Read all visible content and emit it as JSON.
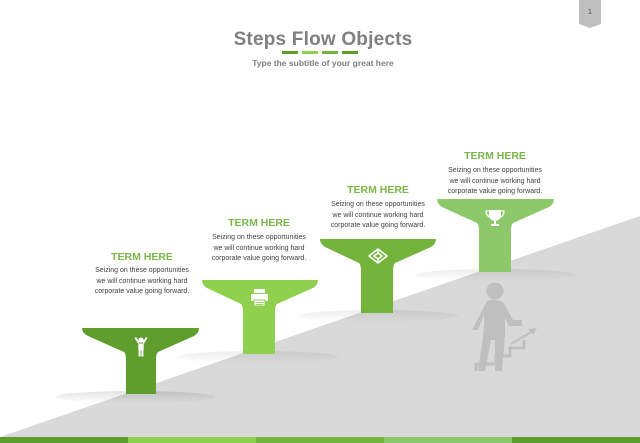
{
  "page": {
    "number": "1"
  },
  "header": {
    "title": "Steps Flow Objects",
    "subtitle": "Type the subtitle of your great here"
  },
  "colors": {
    "dark_green": "#5f9d2c",
    "light_green": "#8fd14f",
    "mid_green": "#74b43d",
    "pale_green": "#8dc96b",
    "slope_gray": "#d9d9d9",
    "figure_gray": "#bfbfbf",
    "text_green": "#7ab648"
  },
  "steps": [
    {
      "term": "TERM HERE",
      "desc_lines": [
        "Seizing on these opportunities",
        "we will continue working hard",
        "corporate value going forward."
      ],
      "icon": "person-icon"
    },
    {
      "term": "TERM HERE",
      "desc_lines": [
        "Seizing on these opportunities",
        "we will continue working hard",
        "corporate value going forward."
      ],
      "icon": "printer-icon"
    },
    {
      "term": "TERM HERE",
      "desc_lines": [
        "Seizing on these opportunities",
        "we will continue working hard",
        "corporate value going forward."
      ],
      "icon": "codepen-icon"
    },
    {
      "term": "TERM HERE",
      "desc_lines": [
        "Seizing on these opportunities",
        "we will continue working hard",
        "corporate value going forward."
      ],
      "icon": "trophy-icon"
    }
  ],
  "decor": {
    "figure_icon": "climbing-stairs-person-icon"
  }
}
